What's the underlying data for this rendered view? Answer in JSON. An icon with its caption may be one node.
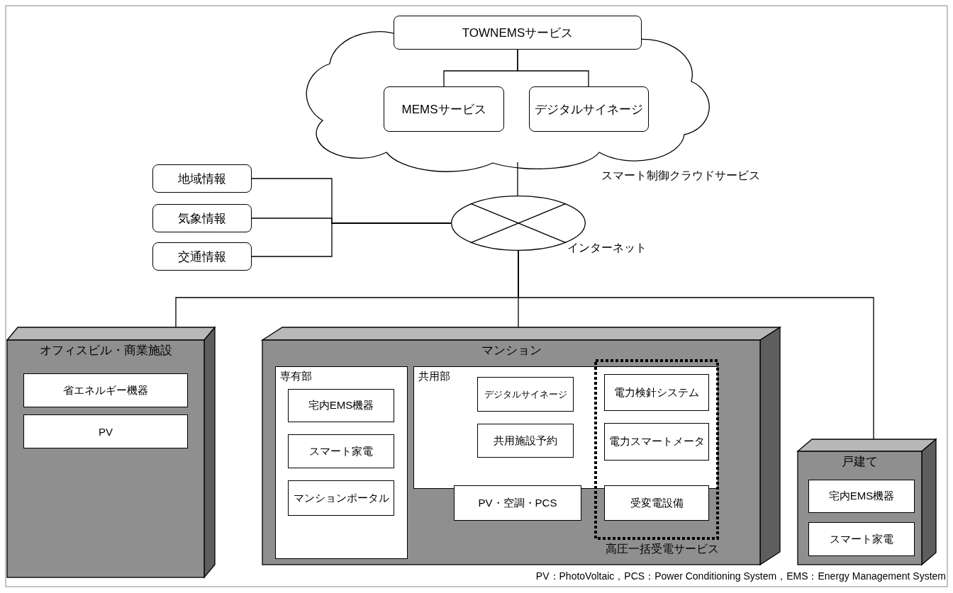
{
  "diagram": {
    "nodes": [
      {
        "text": [],
        "shape": "cloud",
        "beside": [
          "スマート制御クラウドサービス"
        ]
      },
      {
        "text": [
          "TOWNEMSサービス"
        ],
        "in": 0
      },
      {
        "text": [
          "MEMSサービス"
        ],
        "in": 0
      },
      {
        "text": [
          "デジタルサイネージ"
        ],
        "in": 0
      },
      {
        "text": [
          "地域情報"
        ]
      },
      {
        "text": [
          "気象情報"
        ]
      },
      {
        "text": [
          "交通情報"
        ]
      },
      {
        "text": [],
        "shape": "ellipse",
        "beside": [
          "インターネット"
        ]
      },
      {
        "text": [
          "オフィスビル・商業施設"
        ]
      },
      {
        "text": [
          "省エネルギー機器"
        ],
        "in": 8
      },
      {
        "text": [
          "PV"
        ],
        "in": 8
      },
      {
        "text": [
          "マンション"
        ]
      },
      {
        "text": [
          "専有部"
        ],
        "in": 11
      },
      {
        "text": [
          "宅内EMS機器"
        ],
        "in": 12
      },
      {
        "text": [
          "スマート家電"
        ],
        "in": 12
      },
      {
        "text": [
          "マンションポータル"
        ],
        "in": 12
      },
      {
        "text": [
          "共用部"
        ],
        "in": 11
      },
      {
        "text": [
          "デジタルサイネージ"
        ],
        "in": 16
      },
      {
        "text": [
          "共用施設予約"
        ],
        "in": 16
      },
      {
        "text": [
          "高圧一括受電サービス"
        ],
        "in": 11
      },
      {
        "text": [
          "電力検針システム"
        ]
      },
      {
        "text": [
          "電力スマートメータ"
        ]
      },
      {
        "text": [
          "PV・空調・PCS"
        ],
        "in": 11
      },
      {
        "text": [
          "受変電設備"
        ],
        "in": 19
      },
      {
        "text": [
          "戸建て"
        ]
      },
      {
        "text": [
          "宅内EMS機器"
        ],
        "in": 24
      },
      {
        "text": [
          "スマート家電"
        ],
        "in": 24
      }
    ],
    "edges": [
      {
        "from": 1,
        "to": 2,
        "arrow": "none"
      },
      {
        "from": 1,
        "to": 3,
        "arrow": "none"
      },
      {
        "from": 0,
        "to": 7,
        "arrow": "none"
      },
      {
        "from": 4,
        "to": 7,
        "arrow": "none"
      },
      {
        "from": 5,
        "to": 7,
        "arrow": "none"
      },
      {
        "from": 6,
        "to": 7,
        "arrow": "none"
      },
      {
        "from": 7,
        "to": 8,
        "arrow": "none"
      },
      {
        "from": 7,
        "to": 11,
        "arrow": "none"
      },
      {
        "from": 7,
        "to": 24,
        "arrow": "none"
      }
    ],
    "labels": [
      "PV：PhotoVoltaic，PCS：Power Conditioning System，EMS：Energy Management System"
    ]
  }
}
